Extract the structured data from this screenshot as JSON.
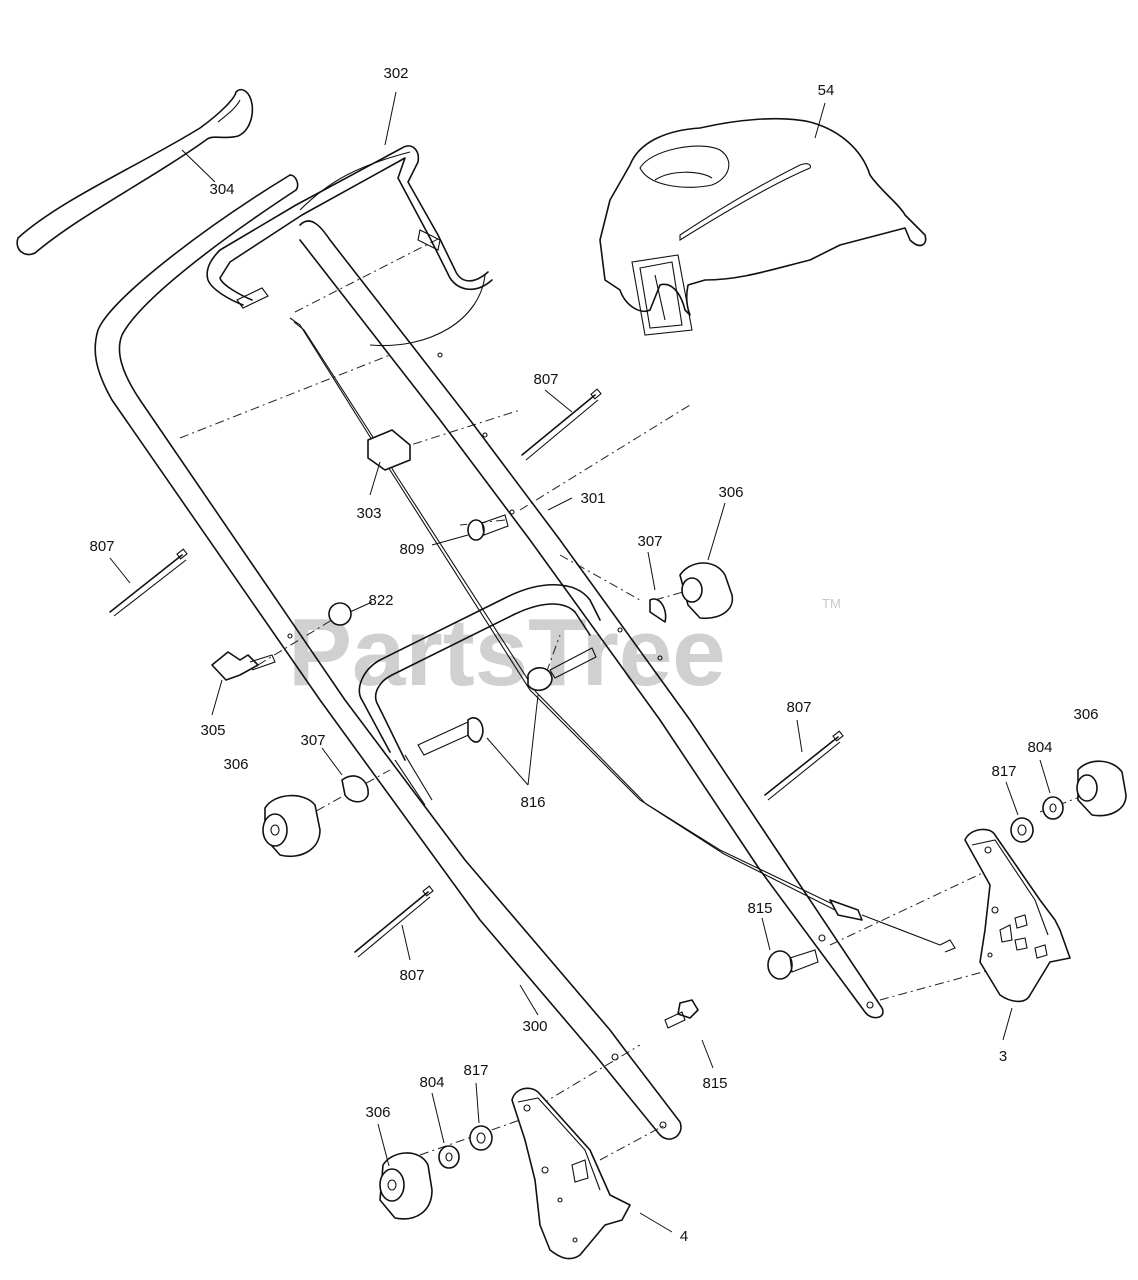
{
  "watermark": {
    "text": "PartsTree",
    "trademark": "TM"
  },
  "callouts": [
    {
      "id": "302",
      "label": "302"
    },
    {
      "id": "54",
      "label": "54"
    },
    {
      "id": "304",
      "label": "304"
    },
    {
      "id": "807-a",
      "label": "807"
    },
    {
      "id": "303",
      "label": "303"
    },
    {
      "id": "301",
      "label": "301"
    },
    {
      "id": "306-a",
      "label": "306"
    },
    {
      "id": "809",
      "label": "809"
    },
    {
      "id": "807-b",
      "label": "807"
    },
    {
      "id": "307-a",
      "label": "307"
    },
    {
      "id": "822",
      "label": "822"
    },
    {
      "id": "305",
      "label": "305"
    },
    {
      "id": "807-c",
      "label": "807"
    },
    {
      "id": "306-b",
      "label": "306"
    },
    {
      "id": "307-b",
      "label": "307"
    },
    {
      "id": "306-c",
      "label": "306"
    },
    {
      "id": "804-a",
      "label": "804"
    },
    {
      "id": "817-a",
      "label": "817"
    },
    {
      "id": "816",
      "label": "816"
    },
    {
      "id": "815-a",
      "label": "815"
    },
    {
      "id": "807-d",
      "label": "807"
    },
    {
      "id": "3",
      "label": "3"
    },
    {
      "id": "300",
      "label": "300"
    },
    {
      "id": "815-b",
      "label": "815"
    },
    {
      "id": "817-b",
      "label": "817"
    },
    {
      "id": "804-b",
      "label": "804"
    },
    {
      "id": "306-d",
      "label": "306"
    },
    {
      "id": "4",
      "label": "4"
    }
  ]
}
